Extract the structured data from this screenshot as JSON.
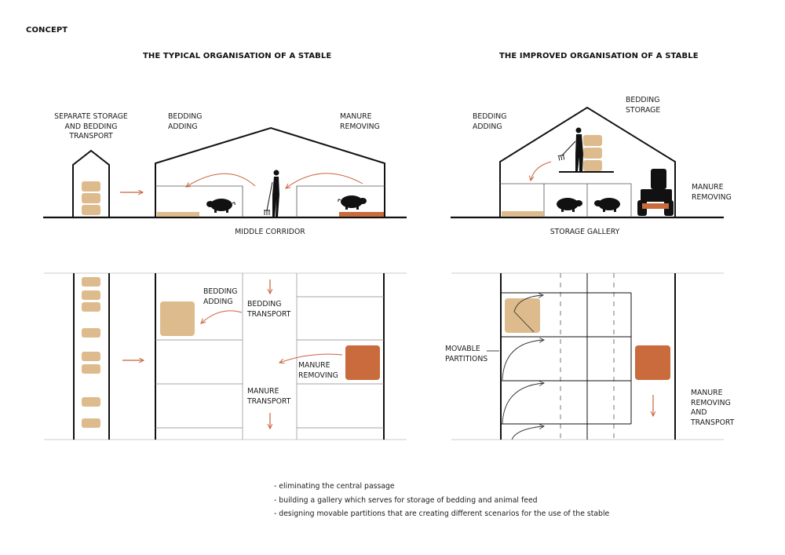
{
  "page_title": "CONCEPT",
  "sections": {
    "typical": {
      "heading": "THE TYPICAL ORGANISATION OF A STABLE"
    },
    "improved": {
      "heading": "THE IMPROVED ORGANISATION OF A STABLE"
    }
  },
  "typical_section": {
    "separate_storage": "SEPARATE STORAGE\nAND BEDDING\nTRANSPORT",
    "bedding_adding": "BEDDING\nADDING",
    "manure_removing": "MANURE\nREMOVING",
    "caption": "MIDDLE CORRIDOR"
  },
  "improved_section": {
    "bedding_adding": "BEDDING\nADDING",
    "bedding_storage": "BEDDING\nSTORAGE",
    "manure_removing": "MANURE\nREMOVING",
    "caption": "STORAGE GALLERY"
  },
  "typical_plan": {
    "bedding_adding": "BEDDING\nADDING",
    "bedding_transport": "BEDDING\nTRANSPORT",
    "manure_removing": "MANURE\nREMOVING",
    "manure_transport": "MANURE\nTRANSPORT"
  },
  "improved_plan": {
    "movable_partitions": "MOVABLE\nPARTITIONS",
    "manure_removing_transport": "MANURE\nREMOVING\nAND\nTRANSPORT"
  },
  "notes": [
    "- eliminating the central passage",
    "- building a gallery which serves for storage of bedding and animal feed",
    "- designing movable partitions that are creating different scenarios for the use of the stable"
  ],
  "colors": {
    "bedding": "#DDBB8C",
    "manure": "#C96B3C",
    "arrow": "#C9623A",
    "line": "#111111"
  }
}
